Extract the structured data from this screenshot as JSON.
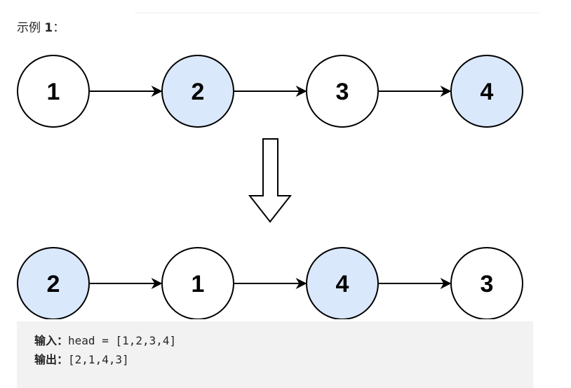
{
  "example": {
    "label": "示例",
    "number": "1",
    "colon": "："
  },
  "diagram": {
    "before": {
      "nodes": [
        {
          "value": "1",
          "highlight": false
        },
        {
          "value": "2",
          "highlight": true
        },
        {
          "value": "3",
          "highlight": false
        },
        {
          "value": "4",
          "highlight": true
        }
      ]
    },
    "after": {
      "nodes": [
        {
          "value": "2",
          "highlight": true
        },
        {
          "value": "1",
          "highlight": false
        },
        {
          "value": "4",
          "highlight": true
        },
        {
          "value": "3",
          "highlight": false
        }
      ]
    },
    "colors": {
      "highlight_fill": "#dae8fc",
      "plain_fill": "#ffffff",
      "stroke": "#000000"
    }
  },
  "io": {
    "input_label": "输入",
    "input_value": "head = [1,2,3,4]",
    "output_label": "输出",
    "output_value": "[2,1,4,3]",
    "separator": "："
  }
}
